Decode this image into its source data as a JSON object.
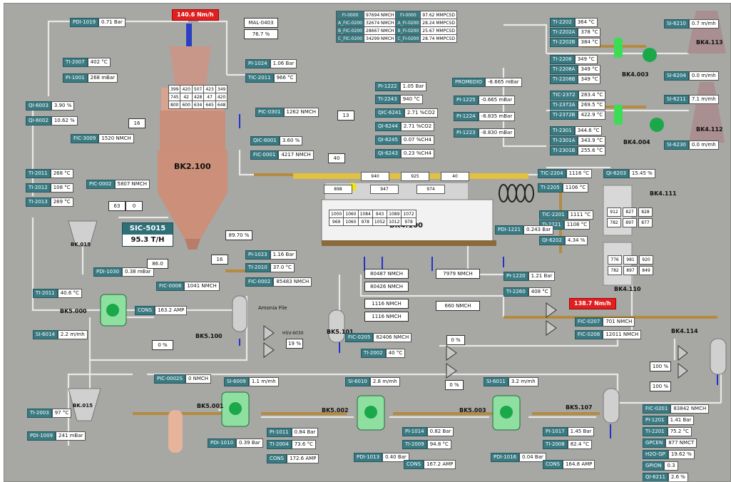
{
  "alarms": {
    "top": "140.6 Nm/h",
    "right": "138.7 Nm/h"
  },
  "labels": {
    "bk2_100": "BK2.100",
    "bk4_100": "BK4.100",
    "bk4_110": "BK4.110",
    "bk4_111": "BK4.111",
    "bk4_112": "BK4.112",
    "bk4_113": "BK4.113",
    "bk4_114": "BK4.114",
    "bk4_003": "BK4.003",
    "bk4_004": "BK4.004",
    "bk5_000": "BK5.000",
    "bk5_100": "BK5.100",
    "bk5_001": "BK5.001",
    "bk5_002": "BK5.002",
    "bk5_003": "BK5.003",
    "bk5_107": "BK5.107",
    "bk5_101": "BK5.101",
    "bk_018": "BK.018",
    "bk_015": "BK.015",
    "ammonia": "Amonia File",
    "hsv": "HSV-6030"
  },
  "sic": {
    "label": "SIC-5015",
    "value": "95.3 T/H"
  },
  "top_table": {
    "rows": [
      [
        "FI-0000",
        "97694 NMCH",
        "FI-0000",
        "97.62 MMPCSD"
      ],
      [
        "A_FIC-0200",
        "32674 NMCH",
        "A_FI-0200",
        "28.24 MMPCSD"
      ],
      [
        "B_FIC-0200",
        "28667 NMCH",
        "B_FI-0200",
        "25.67 MMPCSD"
      ],
      [
        "C_FIC-0200",
        "34299 NMCH",
        "C_FI-0200",
        "28.74 MMPCSD"
      ]
    ]
  },
  "bk2_grid": {
    "rows": [
      [
        "399",
        "420",
        "507",
        "423",
        "349"
      ],
      [
        "745",
        "42",
        "428",
        "47",
        "420"
      ],
      [
        "800",
        "600",
        "634",
        "645",
        "648"
      ]
    ]
  },
  "bk4_top_cells": [
    "940",
    "925",
    "40"
  ],
  "bk4_mid_cells": [
    "898",
    "947",
    "974"
  ],
  "bk4_grid": {
    "rows": [
      [
        "1000",
        "1060",
        "1084",
        "943",
        "1089",
        "1072"
      ],
      [
        "969",
        "1060",
        "978",
        "1052",
        "1012",
        "978"
      ]
    ]
  },
  "bk4_111_cells": [
    "912",
    "827",
    "828",
    "782",
    "897",
    "877"
  ],
  "bk4_110_cells": [
    "776",
    "981",
    "920",
    "782",
    "897",
    "849"
  ],
  "tags": [
    {
      "id": "pdi1019",
      "label": "PDI-1019",
      "value": "0.71 Bar"
    },
    {
      "id": "ti2007",
      "label": "TI-2007",
      "value": "402 °C"
    },
    {
      "id": "pi1001",
      "label": "PI-1001",
      "value": "268 mBar"
    },
    {
      "id": "pi1024",
      "label": "PI-1024",
      "value": "1.06 Bar"
    },
    {
      "id": "tic2011",
      "label": "TIC-2011",
      "value": "966 °C"
    },
    {
      "id": "qi6003",
      "label": "QI-6003",
      "value": "3.90 %"
    },
    {
      "id": "qi6002",
      "label": "QI-6002",
      "value": "10.62 %"
    },
    {
      "id": "fic3009",
      "label": "FIC-3009",
      "value": "1520 NMCH"
    },
    {
      "id": "pic0301",
      "label": "PIC-0301",
      "value": "1262 NMCH"
    },
    {
      "id": "qic6001",
      "label": "QIC-6001",
      "value": "3.60 %"
    },
    {
      "id": "fic0001",
      "label": "FIC-0001",
      "value": "4217 NMCH"
    },
    {
      "id": "ti2011",
      "label": "TI-2011",
      "value": "268 °C"
    },
    {
      "id": "ti2012",
      "label": "TI-2012",
      "value": "108 °C"
    },
    {
      "id": "ti2013",
      "label": "TI-2013",
      "value": "269 °C"
    },
    {
      "id": "pic0002",
      "label": "PIC-0002",
      "value": "5807 NMCH"
    },
    {
      "id": "pi1222",
      "label": "PI-1222",
      "value": "1.05 Bar"
    },
    {
      "id": "ti2243",
      "label": "TI-2243",
      "value": "940 °C"
    },
    {
      "id": "qic6241",
      "label": "QIC-6241",
      "value": "2.71 %CO2"
    },
    {
      "id": "qi6244",
      "label": "QI-6244",
      "value": "2.71 %CO2"
    },
    {
      "id": "qi6245",
      "label": "QI-6245",
      "value": "0.07 %CH4"
    },
    {
      "id": "qi6243",
      "label": "QI-6243",
      "value": "0.23 %CH4"
    },
    {
      "id": "prom",
      "label": "PROMEDIO",
      "value": "-8.665 mBar"
    },
    {
      "id": "pi1225",
      "label": "PI-1225",
      "value": "-0.665 mBar"
    },
    {
      "id": "pi1224",
      "label": "PI-1224",
      "value": "-8.835 mBar"
    },
    {
      "id": "pi1223",
      "label": "PI-1223",
      "value": "-8.830 mBar"
    },
    {
      "id": "ti2202",
      "label": "TI-2202",
      "value": "364 °C"
    },
    {
      "id": "ti2202a",
      "label": "TI-2202A",
      "value": "378 °C"
    },
    {
      "id": "ti2202b",
      "label": "TI-2202B",
      "value": "384 °C"
    },
    {
      "id": "si6210",
      "label": "SI-6210",
      "value": "0.7 m/mh"
    },
    {
      "id": "ti2208",
      "label": "TI-2208",
      "value": "349 °C"
    },
    {
      "id": "ti2208a",
      "label": "TI-2208A",
      "value": "349 °C"
    },
    {
      "id": "ti2208b",
      "label": "TI-2208B",
      "value": "349 °C"
    },
    {
      "id": "si6204",
      "label": "SI-6204",
      "value": "0.0 m/mh"
    },
    {
      "id": "tic2372",
      "label": "TIC-2372",
      "value": "283.4 °C"
    },
    {
      "id": "ti2372a",
      "label": "TI-2372A",
      "value": "269.5 °C"
    },
    {
      "id": "ti2372b",
      "label": "TI-2372B",
      "value": "422.9 °C"
    },
    {
      "id": "si6211",
      "label": "SI-6211",
      "value": "7.1 m/mh"
    },
    {
      "id": "ti2301",
      "label": "TI-2301",
      "value": "344.6 °C"
    },
    {
      "id": "ti2301a",
      "label": "TI-2301A",
      "value": "343.9 °C"
    },
    {
      "id": "ti2301b",
      "label": "TI-2301B",
      "value": "255.6 °C"
    },
    {
      "id": "si6230",
      "label": "SI-6230",
      "value": "0.0 m/mh"
    },
    {
      "id": "tic2204",
      "label": "TIC-2204",
      "value": "1116 °C"
    },
    {
      "id": "qi6203",
      "label": "QI-6203",
      "value": "15.45 %"
    },
    {
      "id": "ti2205",
      "label": "TI-2205",
      "value": "1106 °C"
    },
    {
      "id": "tic2201",
      "label": "TIC-2201",
      "value": "1111 °C"
    },
    {
      "id": "ti2221",
      "label": "TI-2221",
      "value": "1108 °C"
    },
    {
      "id": "qi6202",
      "label": "QI-6202",
      "value": "4.34 %"
    },
    {
      "id": "pdi1221",
      "label": "PDI-1221",
      "value": "0.243 Bar"
    },
    {
      "id": "pi1220",
      "label": "PI-1220",
      "value": "1.21 Bar"
    },
    {
      "id": "ti2260",
      "label": "TI-2260",
      "value": "408 °C"
    },
    {
      "id": "fic0207",
      "label": "FIC-0207",
      "value": "701 NMCH"
    },
    {
      "id": "fic0206",
      "label": "FIC-0206",
      "value": "12011 NMCH"
    },
    {
      "id": "pi1023",
      "label": "PI-1023",
      "value": "1.16 Bar"
    },
    {
      "id": "ti2010",
      "label": "TI-2010",
      "value": "37.0 °C"
    },
    {
      "id": "fic0002",
      "label": "FIC-0002",
      "value": "85483 NMCH"
    },
    {
      "id": "pdi1030",
      "label": "PDI-1030",
      "value": "0.38 mBar"
    },
    {
      "id": "ti2011b",
      "label": "TI-2011",
      "value": "40.6 °C"
    },
    {
      "id": "fic0008",
      "label": "FIC-0008",
      "value": "1041 NMCH"
    },
    {
      "id": "cons1",
      "label": "CONS",
      "value": "163.2 AMP"
    },
    {
      "id": "si6014",
      "label": "SI-6014",
      "value": "2.2 m/mh"
    },
    {
      "id": "fic0205",
      "label": "FIC-0205",
      "value": "82406 NMCH"
    },
    {
      "id": "ti2002",
      "label": "TI-2002",
      "value": "40 °C"
    },
    {
      "id": "ti2003",
      "label": "TI-2003",
      "value": "97 °C"
    },
    {
      "id": "pdi1009",
      "label": "PDI-1009",
      "value": "241 mBar"
    },
    {
      "id": "pic0002s",
      "label": "PIC-0002S",
      "value": "0 NMCH"
    },
    {
      "id": "si6009",
      "label": "SI-6009",
      "value": "1.1 m/mh"
    },
    {
      "id": "pi1011",
      "label": "PI-1011",
      "value": "0.84 Bar"
    },
    {
      "id": "ti2004",
      "label": "TI-2004",
      "value": "73.6 °C"
    },
    {
      "id": "pdi1010",
      "label": "PDI-1010",
      "value": "0.39 Bar"
    },
    {
      "id": "cons2",
      "label": "CONS",
      "value": "172.6 AMP"
    },
    {
      "id": "si6010",
      "label": "SI-6010",
      "value": "2.8 m/mh"
    },
    {
      "id": "pi1014",
      "label": "PI-1014",
      "value": "0.82 Bar"
    },
    {
      "id": "ti2009",
      "label": "TI-2009",
      "value": "94.8 °C"
    },
    {
      "id": "pdi1013",
      "label": "PDI-1013",
      "value": "0.40 Bar"
    },
    {
      "id": "cons3",
      "label": "CONS",
      "value": "167.2 AMP"
    },
    {
      "id": "si6011",
      "label": "SI-6011",
      "value": "3.2 m/mh"
    },
    {
      "id": "pi1017",
      "label": "PI-1017",
      "value": "1.45 Bar"
    },
    {
      "id": "ti2008",
      "label": "TI-2008",
      "value": "82.4 °C"
    },
    {
      "id": "pdi1016",
      "label": "PDI-1016",
      "value": "0.04 Bar"
    },
    {
      "id": "cons4",
      "label": "CONS",
      "value": "164.8 AMP"
    },
    {
      "id": "fic0201",
      "label": "FIC-0201",
      "value": "83842 NMCH"
    },
    {
      "id": "pi1201",
      "label": "PI-1201",
      "value": "1.41 Bar"
    },
    {
      "id": "ti2201",
      "label": "TI-2201",
      "value": "75.2 °C"
    },
    {
      "id": "gpcen",
      "label": "GPCEN",
      "value": "877 NMCT"
    },
    {
      "id": "h2ogp",
      "label": "H2O-GP",
      "value": "19.62 %"
    },
    {
      "id": "gpion",
      "label": "GPION",
      "value": "0.3"
    },
    {
      "id": "qi6211",
      "label": "QI-6211",
      "value": "2.6 %"
    }
  ],
  "boxes": {
    "mal0403_label": "MAL-0403",
    "mal0403_value": "76.7 %",
    "b16": "16",
    "b13": "13",
    "b40": "40",
    "b63": "63",
    "b0": "0",
    "b86": "86.0",
    "b16b": "16",
    "b89": "89.70 %",
    "b19": "19 %",
    "b0pct": "0 %",
    "b0pct2": "0 %",
    "b0pct3": "0 %",
    "b100": "100 %",
    "b100b": "100 %",
    "f1": "80487 NMCH",
    "f2": "80426 NMCH",
    "f3": "1116 NMCH",
    "f4": "1116 NMCH",
    "f5": "7979 NMCH",
    "f6": "660 NMCH"
  }
}
